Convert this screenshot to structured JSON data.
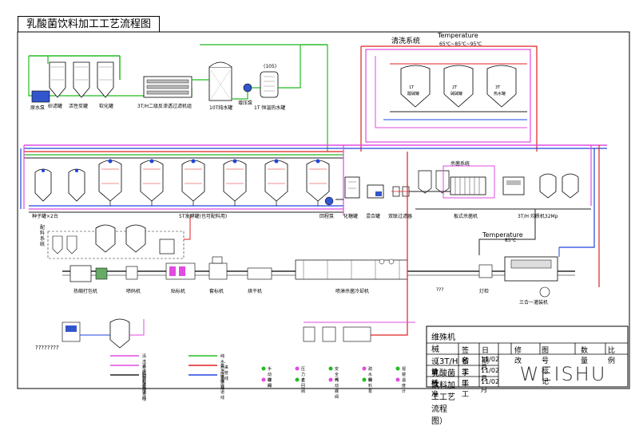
{
  "title": "乳酸菌饮料加工工艺流程图",
  "labels": {
    "clean_system": "清洗系统",
    "temperature_top": "Temperature",
    "temp_top_sub": "65℃~85℃~95℃",
    "temperature_mid": "Temperature",
    "temp_mid_sub": "85℃",
    "sand_tank": "砂滤罐",
    "carbon_tank": "活性炭罐",
    "softener": "软化罐",
    "raw_pump": "原水泵",
    "ro": "3T/H二级反渗透过滤机组",
    "pure_tank": "10T纯水罐",
    "booster_pump": "增压泵",
    "hot_tank": "1T 恒温热水罐",
    "hot_tank_tag": "(105)",
    "seed_tank": "种子罐×2台",
    "ferment": "5T发酵罐(也可配料用)",
    "return_pump": "回程泵",
    "melt_tank": "化糖罐",
    "mix_tank": "混合罐",
    "duplex_filter": "双联过滤器",
    "sterilizer_sys": "杀菌系统",
    "plate_sterilizer": "板式杀菌机",
    "homogenizer": "3T/H 均质机32Mp",
    "blend_system": "配料系统",
    "shrink": "热缩打包机",
    "inkjet": "喷码机",
    "labeler": "贴标机",
    "sleever": "套标机",
    "dryer": "烘干机",
    "spray": "喷淋杀菌冷却机",
    "unk_q3": "???",
    "lamp": "灯检",
    "filler": "三合一灌装机",
    "unk_q8": "????????",
    "cip_a": "1T",
    "cip_b": "2T",
    "cip_c": "3T",
    "cip_a_sub": "酸碱罐",
    "cip_b_sub": "碱碱罐",
    "cip_c_sub": "热水罐",
    "legend_items": [
      {
        "text": "清洗系统管道线",
        "color": "#e04be0"
      },
      {
        "text": "纯水、自来水管道线",
        "color": "#22bb22"
      },
      {
        "text": "清洗回程管道线",
        "color": "#e04be0"
      },
      {
        "text": "蒸汽管道线",
        "color": "#e02020"
      },
      {
        "text": "物料管道线",
        "color": "#222222"
      },
      {
        "text": "冷媒管道线",
        "color": "#2244dd"
      }
    ],
    "legend_symbols": [
      "手动球阀",
      "压力表",
      "安全阀",
      "疏水阀",
      "视镜",
      "蝶阀",
      "止回阀",
      "气动蝶阀",
      "物料泵",
      "温度计"
    ]
  },
  "titleblock": {
    "name": "维殊机械（3T/H乳酸菌饮料加工工艺流程图）",
    "col_sign": "签名",
    "col_date": "日期",
    "col_mod": "修改",
    "col_no": "图号标记",
    "col_qty": "数量",
    "col_scale": "比例",
    "r1_role": "设　计",
    "r1_name": "黎工",
    "r1_date": "11/02月",
    "r2_role": "审　核",
    "r2_name": "李工",
    "r2_date": "11/02月",
    "r3_role": "批　准",
    "r3_name": "毕工",
    "r3_date": "11/02月",
    "brand": "WEISHU"
  },
  "colors": {
    "clean": "#e04be0",
    "water": "#22bb22",
    "steam": "#e02020",
    "material": "#222222",
    "coolant": "#2244dd"
  }
}
